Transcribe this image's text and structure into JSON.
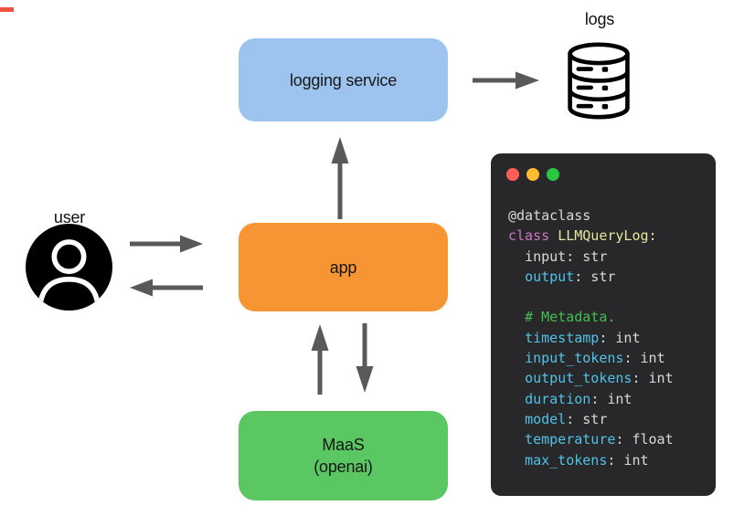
{
  "colors": {
    "accent": "#f4503f",
    "box_blue": "#9dc4ee",
    "box_orange": "#f79433",
    "box_green": "#5bc763",
    "arrow": "#595959",
    "window_bg": "#28282a",
    "dot_red": "#ff5f57",
    "dot_yellow": "#febc2e",
    "dot_green": "#28c840",
    "code_plain": "#d9d9d9",
    "code_keyword": "#cd76c6",
    "code_classname": "#e6e6a2",
    "code_attr": "#4fc3e8",
    "code_comment": "#43bf4f"
  },
  "diagram": {
    "user": {
      "label": "user"
    },
    "logs": {
      "label": "logs"
    },
    "boxes": {
      "logging_service": {
        "label": "logging service"
      },
      "app": {
        "label": "app"
      },
      "maas": {
        "label": "MaaS",
        "sublabel": "(openai)"
      }
    },
    "arrows": [
      {
        "name": "user-to-app",
        "direction": "right"
      },
      {
        "name": "app-to-user",
        "direction": "left"
      },
      {
        "name": "app-to-logging-service",
        "direction": "up"
      },
      {
        "name": "logging-service-to-logs",
        "direction": "right"
      },
      {
        "name": "maas-to-app",
        "direction": "up"
      },
      {
        "name": "app-to-maas",
        "direction": "down"
      }
    ]
  },
  "code_window": {
    "lines": [
      [
        {
          "t": "@dataclass",
          "c": "plain"
        }
      ],
      [
        {
          "t": "class ",
          "c": "keyword"
        },
        {
          "t": "LLMQueryLog:",
          "c": "classname"
        }
      ],
      [
        {
          "t": "  input: str",
          "c": "plain"
        }
      ],
      [
        {
          "t": "  ",
          "c": "plain"
        },
        {
          "t": "output",
          "c": "attr"
        },
        {
          "t": ": str",
          "c": "plain"
        }
      ],
      [],
      [
        {
          "t": "  ",
          "c": "plain"
        },
        {
          "t": "# Metadata.",
          "c": "comment"
        }
      ],
      [
        {
          "t": "  ",
          "c": "plain"
        },
        {
          "t": "timestamp",
          "c": "attr"
        },
        {
          "t": ": int",
          "c": "plain"
        }
      ],
      [
        {
          "t": "  ",
          "c": "plain"
        },
        {
          "t": "input_tokens",
          "c": "attr"
        },
        {
          "t": ": int",
          "c": "plain"
        }
      ],
      [
        {
          "t": "  ",
          "c": "plain"
        },
        {
          "t": "output_tokens",
          "c": "attr"
        },
        {
          "t": ": int",
          "c": "plain"
        }
      ],
      [
        {
          "t": "  ",
          "c": "plain"
        },
        {
          "t": "duration",
          "c": "attr"
        },
        {
          "t": ": int",
          "c": "plain"
        }
      ],
      [
        {
          "t": "  ",
          "c": "plain"
        },
        {
          "t": "model",
          "c": "attr"
        },
        {
          "t": ": str",
          "c": "plain"
        }
      ],
      [
        {
          "t": "  ",
          "c": "plain"
        },
        {
          "t": "temperature",
          "c": "attr"
        },
        {
          "t": ": float",
          "c": "plain"
        }
      ],
      [
        {
          "t": "  ",
          "c": "plain"
        },
        {
          "t": "max_tokens",
          "c": "attr"
        },
        {
          "t": ": int",
          "c": "plain"
        }
      ]
    ]
  }
}
